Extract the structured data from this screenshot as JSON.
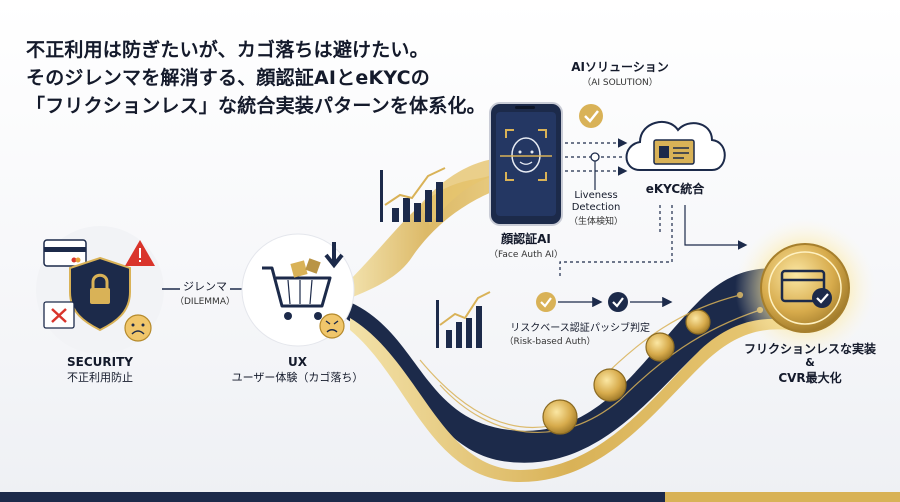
{
  "headline": {
    "line1": "不正利用は防ぎたいが、カゴ落ちは避けたい。",
    "line2": "そのジレンマを解消する、顔認証AIとeKYCの",
    "line3": "「フリクションレス」な統合実装パターンを体系化。"
  },
  "ai_solution": {
    "label": "AIソリューション",
    "sub": "（AI SOLUTION）"
  },
  "dilemma": {
    "label": "ジレンマ",
    "sub": "（DILEMMA）"
  },
  "security": {
    "label": "SECURITY",
    "sub": "不正利用防止"
  },
  "ux": {
    "label": "UX",
    "sub": "ユーザー体験（カゴ落ち）"
  },
  "face_auth": {
    "label": "顔認証AI",
    "sub": "（Face Auth AI）"
  },
  "liveness": {
    "line1": "Liveness",
    "line2": "Detection",
    "sub": "（生体検知）"
  },
  "ekyc": {
    "label": "eKYC統合"
  },
  "risk_based": {
    "label": "リスクベース認証",
    "sub": "（Risk-based Auth）"
  },
  "passive": {
    "label": "パッシブ判定"
  },
  "result": {
    "line1": "フリクションレスな実装",
    "amp": "&",
    "line2": "CVR最大化"
  },
  "colors": {
    "navy": "#1c2a4a",
    "gold": "#d8b256",
    "red": "#d9342b"
  }
}
